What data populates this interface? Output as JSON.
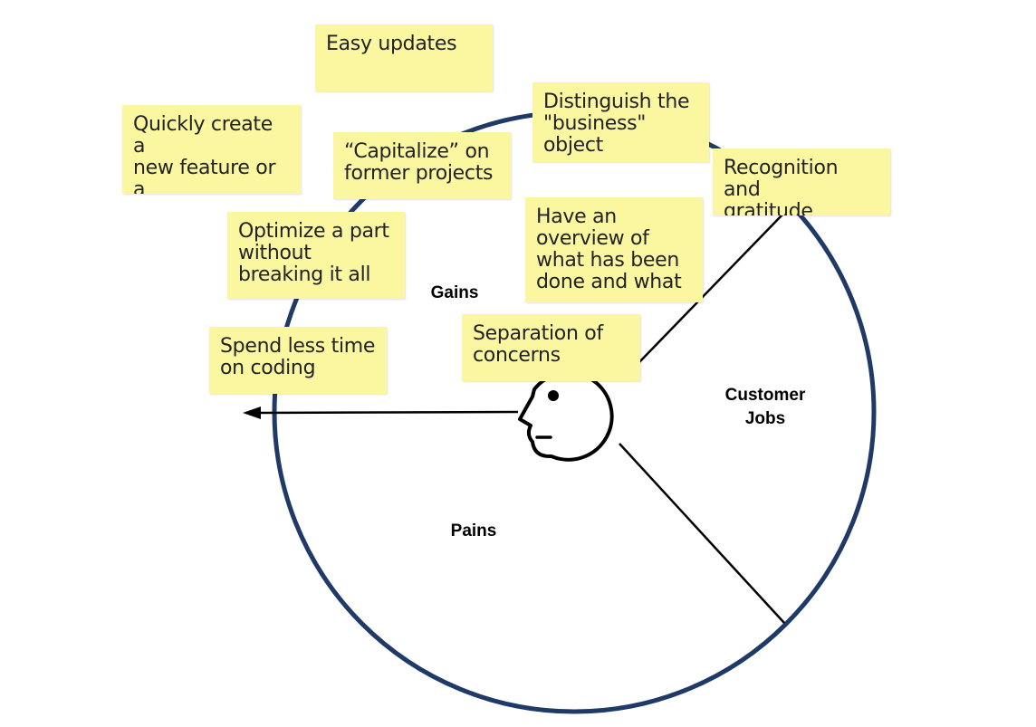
{
  "colors": {
    "circle_stroke": "#1f3a66",
    "sticky_background": "#fbf7a1",
    "line": "#000000"
  },
  "sections": {
    "gains": "Gains",
    "pains": "Pains",
    "customer_jobs": "Customer\nJobs"
  },
  "stickies": [
    {
      "id": "easy-updates",
      "text": "Easy updates"
    },
    {
      "id": "distinguish-business-object",
      "text": "Distinguish the\n\"business\"\nobject"
    },
    {
      "id": "quickly-create-feature",
      "text": "Quickly create a\nnew feature or a\nnew view"
    },
    {
      "id": "capitalize-former-projects",
      "text": "“Capitalize” on\nformer projects"
    },
    {
      "id": "recognition-gratitude",
      "text": "Recognition and\ngratitude"
    },
    {
      "id": "optimize-part",
      "text": "Optimize a part\nwithout\nbreaking it all"
    },
    {
      "id": "overview-done",
      "text": "Have an\noverview of\nwhat has been\ndone and what"
    },
    {
      "id": "separation-concerns",
      "text": "Separation of\nconcerns"
    },
    {
      "id": "spend-less-time",
      "text": "Spend less time\non coding"
    }
  ],
  "icons": {
    "customer_head": "head-profile-icon",
    "arrow": "arrow-left-icon"
  }
}
